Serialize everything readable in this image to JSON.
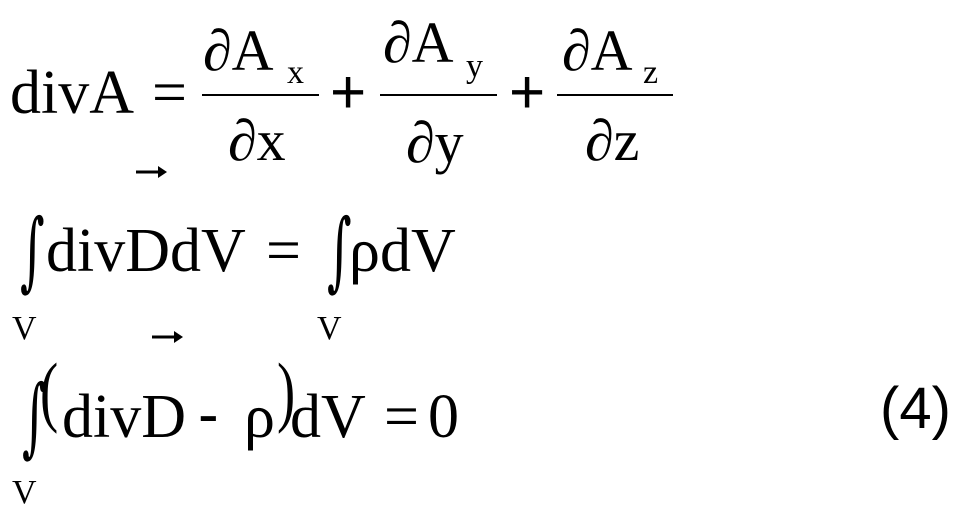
{
  "equations": {
    "eq1": {
      "lhs": "divA",
      "equals": "=",
      "plus": "+",
      "term_x": {
        "num_partial": "∂",
        "num_var": "A",
        "num_sub": "x",
        "den": "∂x"
      },
      "term_y": {
        "num_partial": "∂",
        "num_var": "A",
        "num_sub": "y",
        "den": "∂y"
      },
      "term_z": {
        "num_partial": "∂",
        "num_var": "A",
        "num_sub": "z",
        "den": "∂z"
      }
    },
    "eq2": {
      "integral": "∫",
      "lhs": "divDdV",
      "limit": "V",
      "equals": "=",
      "rhs": "ρdV"
    },
    "eq3": {
      "integral": "∫",
      "limit": "V",
      "open_paren": "(",
      "div": "divD",
      "minus": "-",
      "rho": "ρ",
      "close_paren": ")",
      "dv": "dV",
      "equals": "=",
      "zero": "0"
    },
    "label": "(4)"
  }
}
